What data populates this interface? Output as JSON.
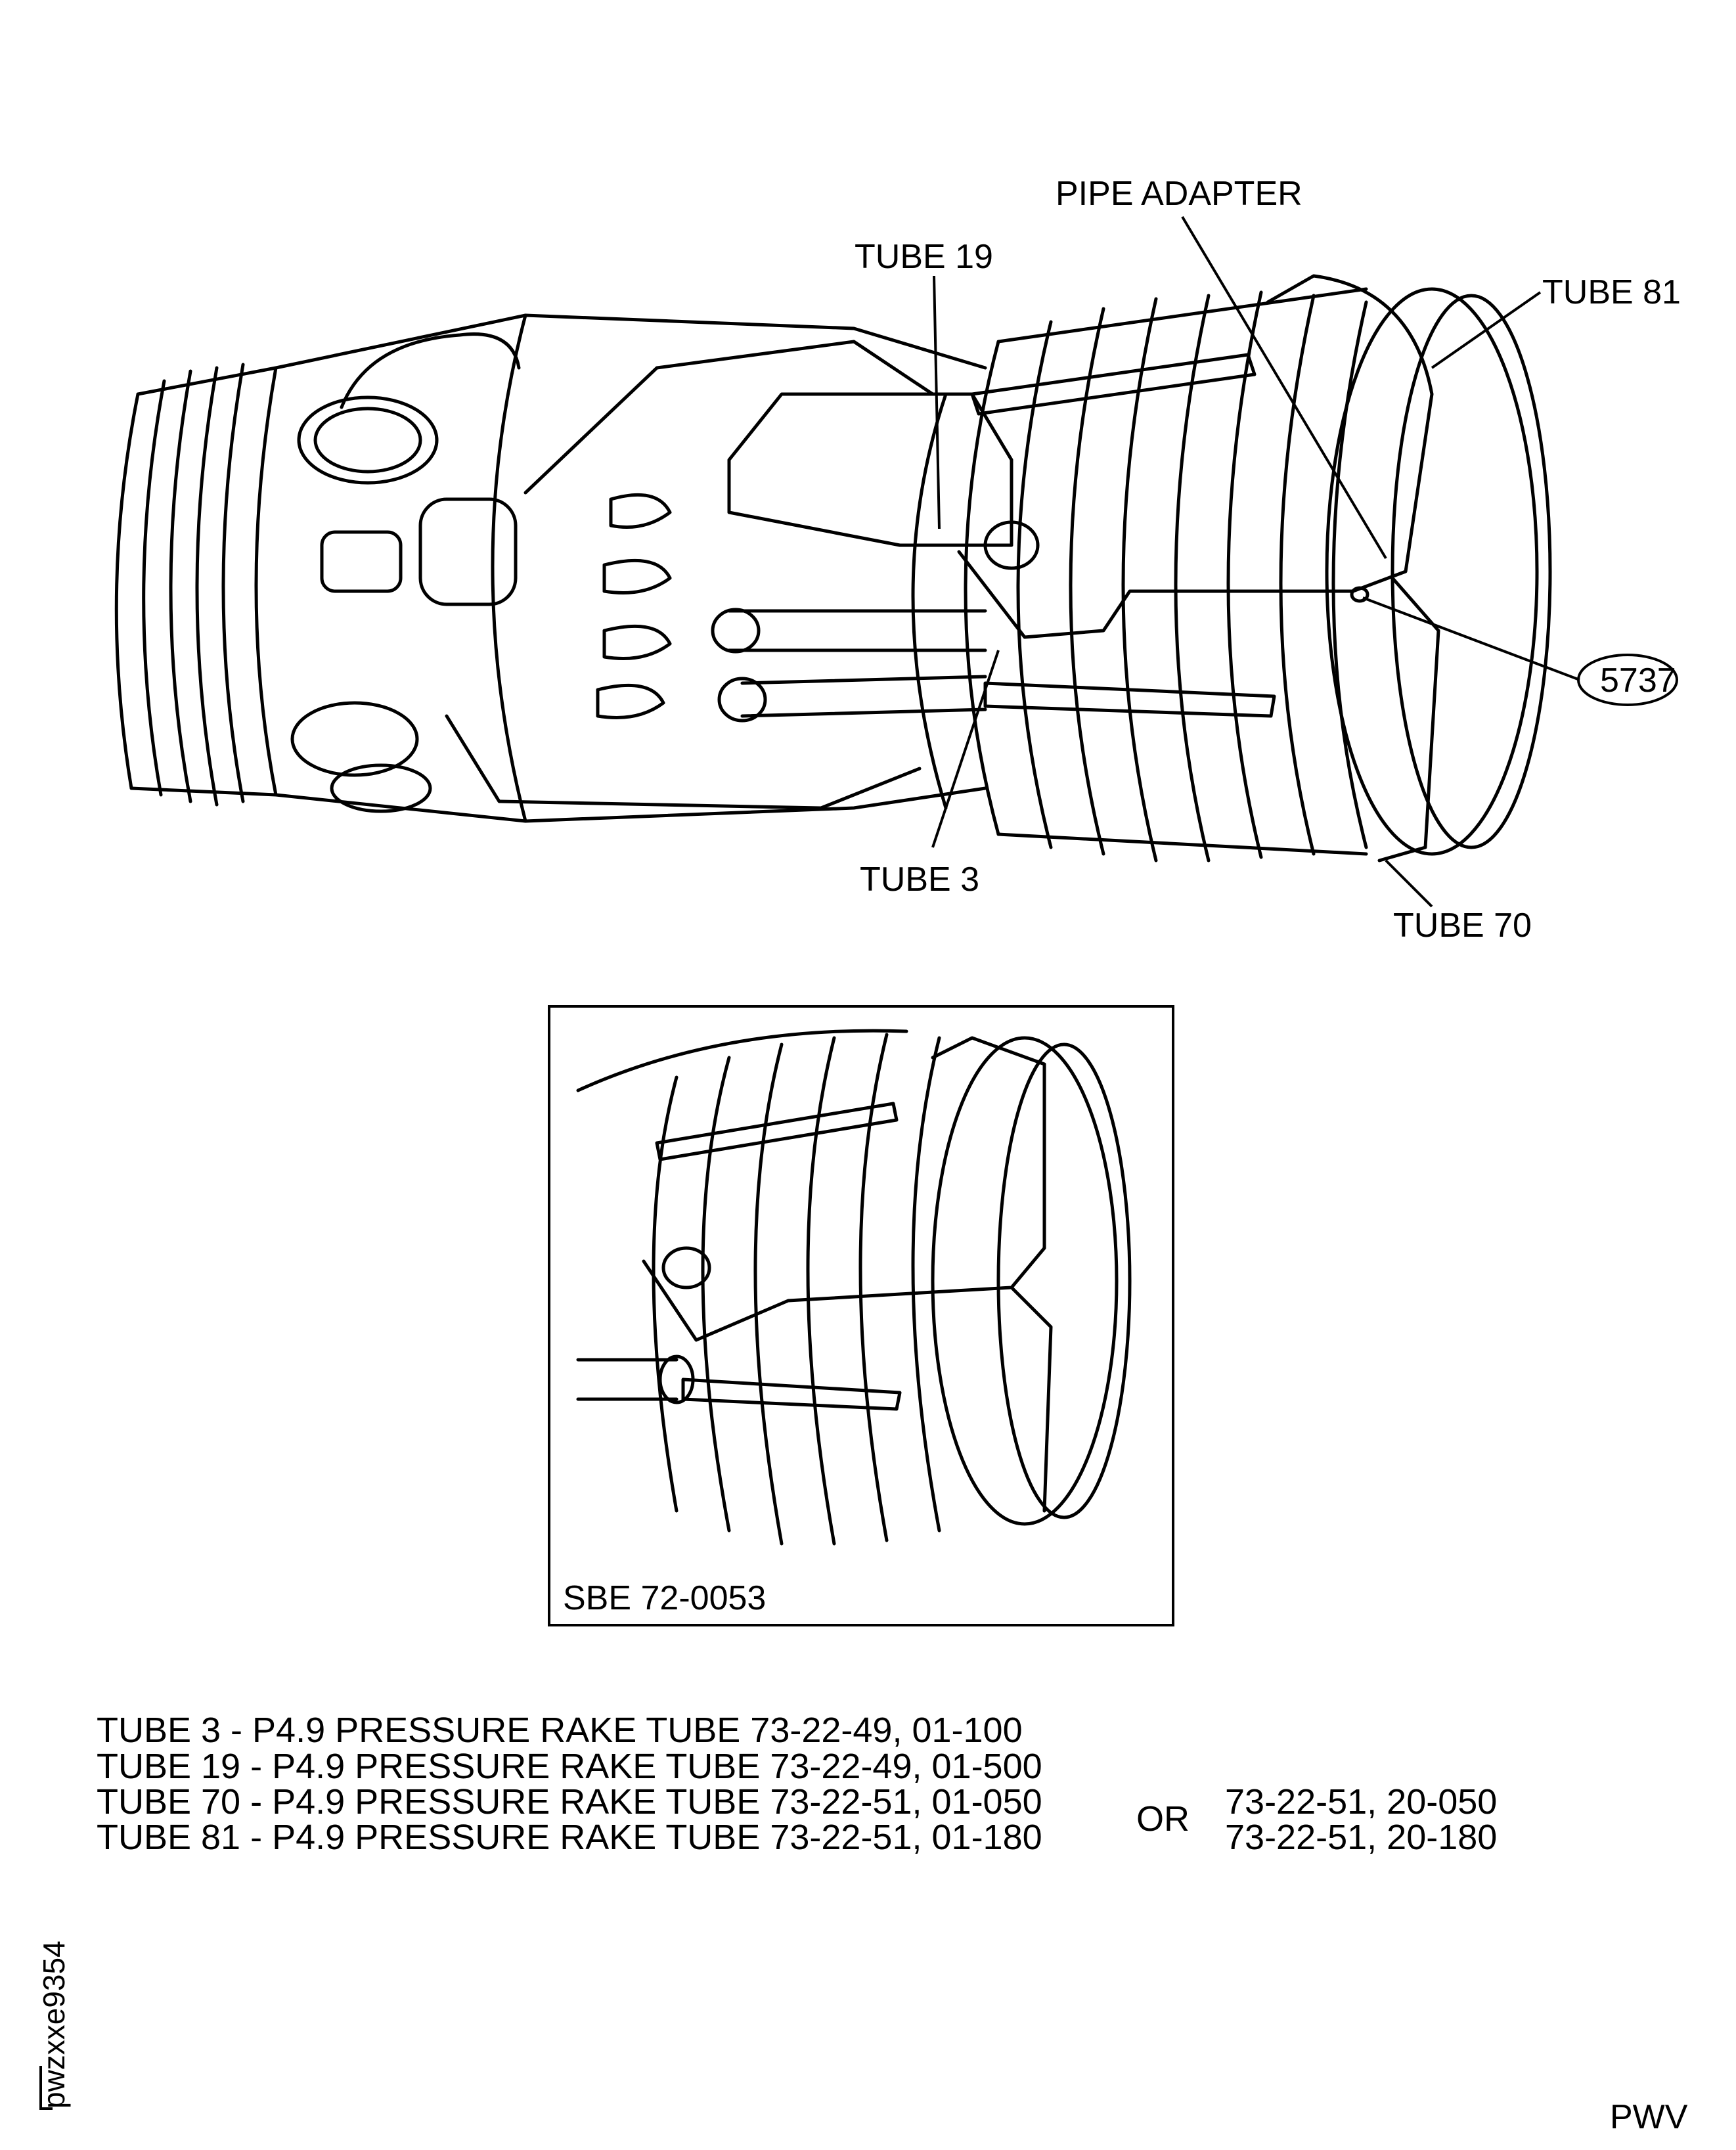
{
  "callouts": {
    "pipe_adapter": "PIPE ADAPTER",
    "tube_19": "TUBE 19",
    "tube_81": "TUBE 81",
    "item_5737": "5737",
    "tube_3": "TUBE 3",
    "tube_70": "TUBE 70"
  },
  "inset": {
    "label": "SBE 72-0053"
  },
  "legend": {
    "lines": [
      "TUBE 3 - P4.9 PRESSURE RAKE TUBE 73-22-49, 01-100",
      "TUBE 19 - P4.9 PRESSURE RAKE TUBE 73-22-49, 01-500",
      "TUBE 70 - P4.9 PRESSURE RAKE TUBE 73-22-51, 01-050",
      "TUBE 81 - P4.9 PRESSURE RAKE TUBE 73-22-51, 01-180"
    ],
    "or": "OR",
    "alternates": [
      "73-22-51, 20-050",
      "73-22-51, 20-180"
    ]
  },
  "figure_id": "pwzxxe9354",
  "footer_code": "PWV"
}
